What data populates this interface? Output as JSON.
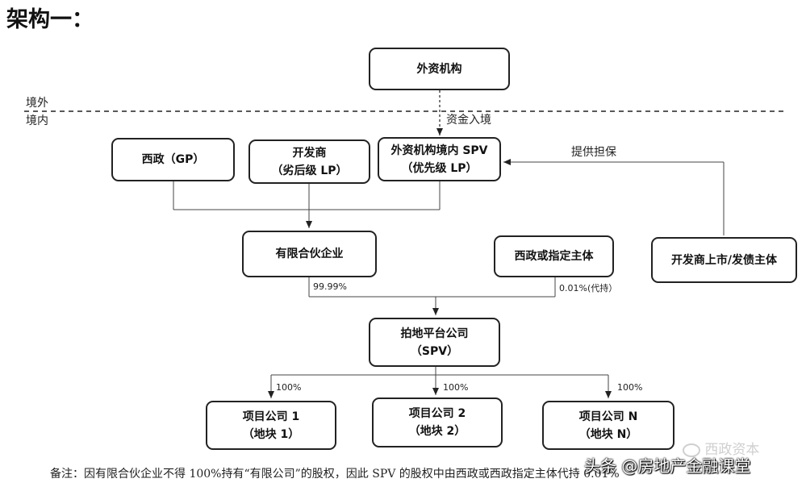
{
  "title": "架构一：",
  "regions": {
    "outside": "境外",
    "inside": "境内"
  },
  "nodes": {
    "foreign_institution": "外资机构",
    "xizheng_gp": "西政（GP）",
    "developer_line1": "开发商",
    "developer_line2": "（劣后级 LP）",
    "spv_line1": "外资机构境内 SPV",
    "spv_line2": "（优先级 LP）",
    "partnership": "有限合伙企业",
    "designated": "西政或指定主体",
    "listed_dev": "开发商上市/发债主体",
    "land_line1": "拍地平台公司",
    "land_line2": "（SPV）",
    "project1_line1": "项目公司 1",
    "project1_line2": "（地块 1）",
    "project2_line1": "项目公司 2",
    "project2_line2": "（地块 2）",
    "projectN_line1": "项目公司 N",
    "projectN_line2": "（地块 N）"
  },
  "edge_labels": {
    "capital_in": "资金入境",
    "guarantee": "提供担保",
    "pct_partnership": "99.99%",
    "pct_designated": "0.01%(代持）",
    "pct_p1": "100%",
    "pct_p2": "100%",
    "pct_pn": "100%"
  },
  "footnote": "备注：因有限合伙企业不得 100%持有“有限公司”的股权，因此 SPV 的股权中由西政或西政指定主体代持 0.01%",
  "watermarks": {
    "w1": "西政资本",
    "w2": "头条 @房地产金融课堂"
  },
  "colors": {
    "line": "#222222",
    "border": "#222222"
  }
}
